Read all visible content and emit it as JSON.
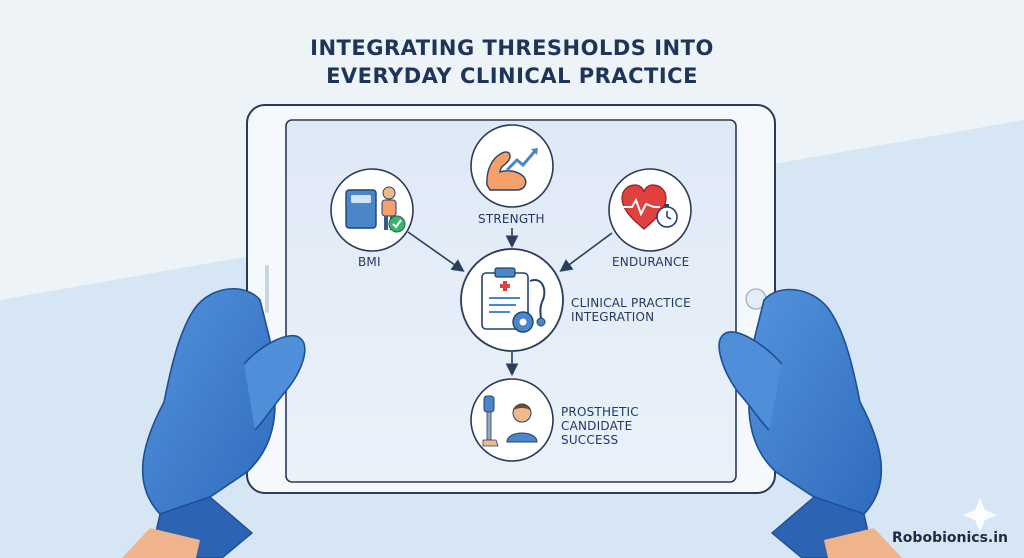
{
  "title": {
    "line1": "INTEGRATING THRESHOLDS INTO",
    "line2": "EVERYDAY CLINICAL PRACTICE"
  },
  "nodes": {
    "bmi": {
      "label": "BMI",
      "icon": "bmi-scale-person-icon"
    },
    "strength": {
      "label": "STRENGTH",
      "icon": "flexed-arm-growth-icon"
    },
    "endurance": {
      "label": "ENDURANCE",
      "icon": "heart-stopwatch-icon"
    },
    "integration": {
      "label_line1": "CLINICAL PRACTICE",
      "label_line2": "INTEGRATION",
      "icon": "clipboard-stethoscope-gear-icon"
    },
    "success": {
      "label_line1": "PROSTHETIC",
      "label_line2": "CANDIDATE",
      "label_line3": "SUCCESS",
      "icon": "prosthetic-leg-patient-icon"
    }
  },
  "brand": "Robobionics.in",
  "colors": {
    "accent_blue": "#4a86c8",
    "glove_blue": "#3f7fd0",
    "title_navy": "#1e3557",
    "heart_red": "#e0413f",
    "check_green": "#3bb273"
  }
}
